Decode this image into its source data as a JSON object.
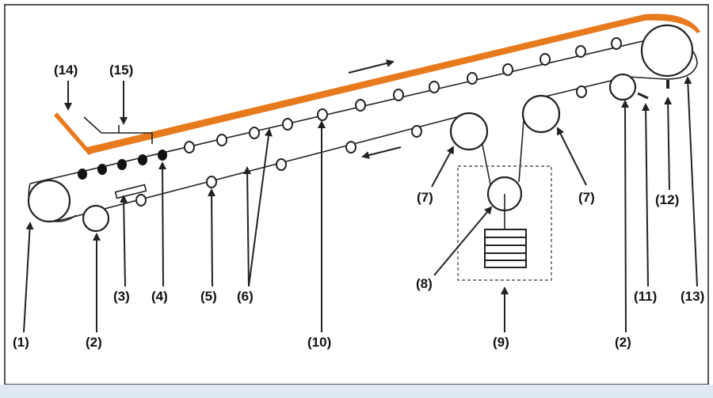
{
  "labels": {
    "l1": "(1)",
    "l2a": "(2)",
    "l2b": "(2)",
    "l3": "(3)",
    "l4": "(4)",
    "l5": "(5)",
    "l6": "(6)",
    "l7a": "(7)",
    "l7b": "(7)",
    "l8": "(8)",
    "l9": "(9)",
    "l10": "(10)",
    "l11": "(11)",
    "l12": "(12)",
    "l13": "(13)",
    "l14": "(14)",
    "l15": "(15)"
  },
  "colors": {
    "material": "#E87A1E",
    "line": "#222222",
    "frame_border": "#1a1a1a",
    "frame_bottom": "#dfe9f3",
    "dashed_box": "#555555"
  }
}
